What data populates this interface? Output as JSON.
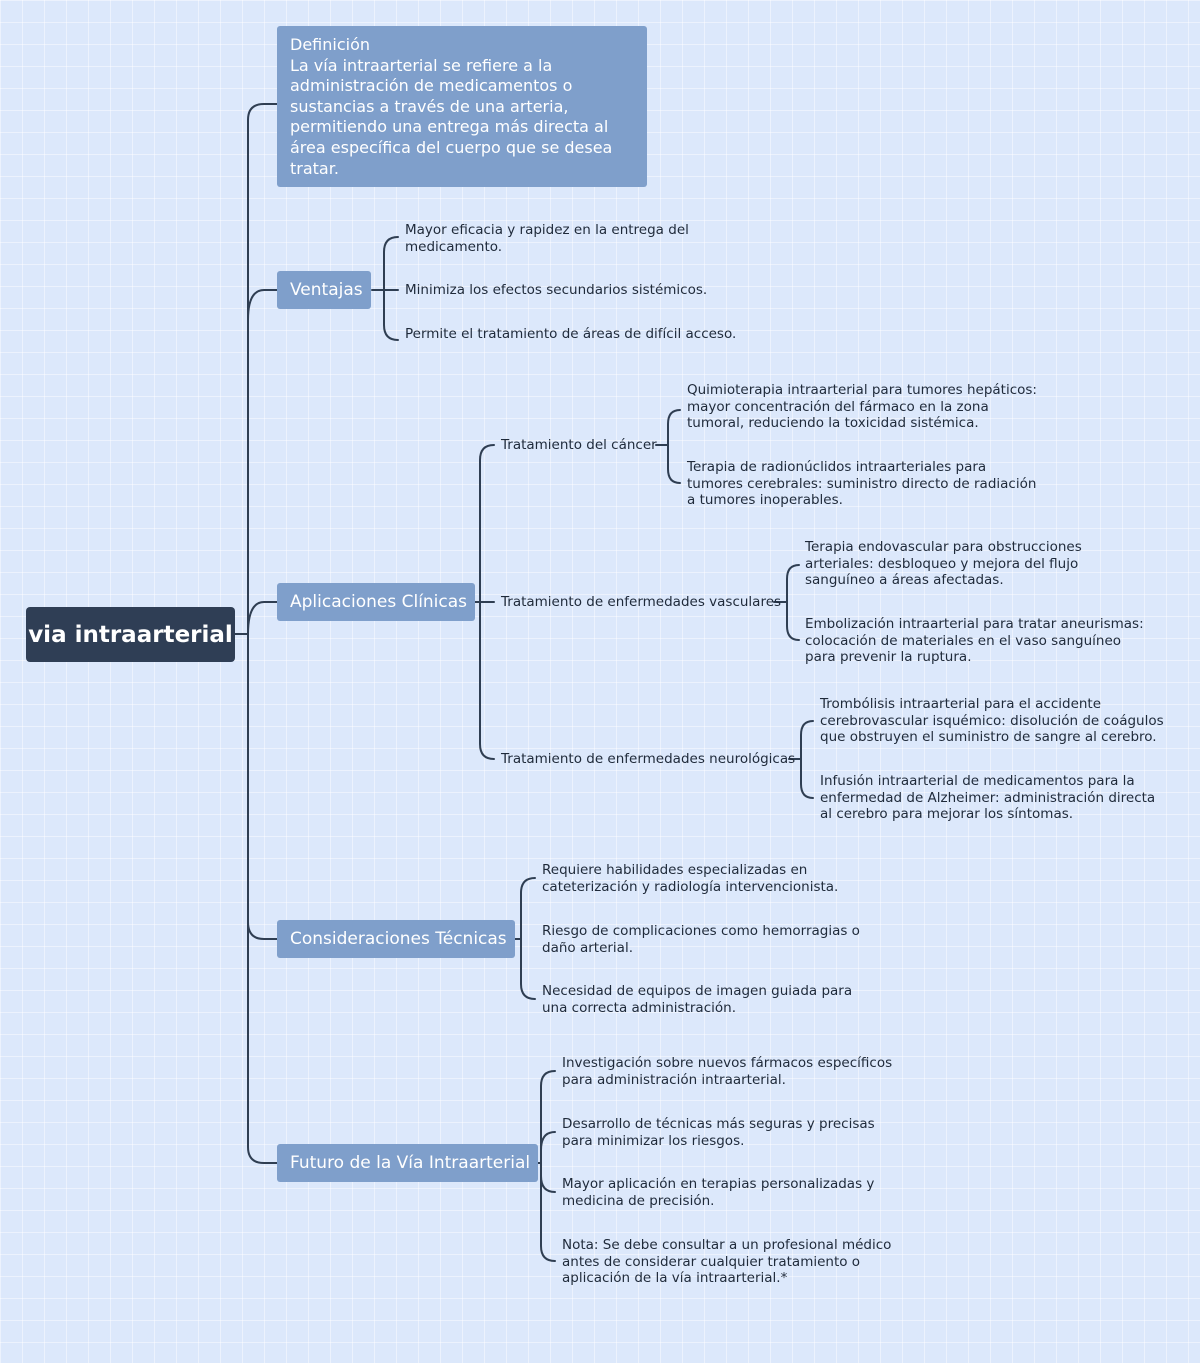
{
  "root": "via intraarterial",
  "definicion": {
    "title": "Definición",
    "text": "La vía intraarterial se refiere a la administración de medicamentos o sustancias a través de una arteria, permitiendo una entrega más directa al área específica del cuerpo que se desea tratar."
  },
  "ventajas": {
    "label": "Ventajas",
    "items": [
      "Mayor eficacia y rapidez en la entrega del medicamento.",
      "Minimiza los efectos secundarios sistémicos.",
      "Permite el tratamiento de áreas de difícil acceso."
    ]
  },
  "aplicaciones": {
    "label": "Aplicaciones Clínicas",
    "subs": [
      {
        "label": "Tratamiento del cáncer",
        "items": [
          "Quimioterapia intraarterial para tumores hepáticos: mayor concentración del fármaco en la zona tumoral, reduciendo la toxicidad sistémica.",
          "Terapia de radionúclidos intraarteriales para tumores cerebrales: suministro directo de radiación a tumores inoperables."
        ]
      },
      {
        "label": "Tratamiento de enfermedades vasculares",
        "items": [
          "Terapia endovascular para obstrucciones arteriales: desbloqueo y mejora del flujo sanguíneo a áreas afectadas.",
          "Embolización intraarterial para tratar aneurismas: colocación de materiales en el vaso sanguíneo para prevenir la ruptura."
        ]
      },
      {
        "label": "Tratamiento de enfermedades neurológicas",
        "items": [
          "Trombólisis intraarterial para el accidente cerebrovascular isquémico: disolución de coágulos que obstruyen el suministro de sangre al cerebro.",
          "Infusión intraarterial de medicamentos para la enfermedad de Alzheimer: administración directa al cerebro para mejorar los síntomas."
        ]
      }
    ]
  },
  "consideraciones": {
    "label": "Consideraciones Técnicas",
    "items": [
      "Requiere habilidades especializadas en cateterización y radiología intervencionista.",
      "Riesgo de complicaciones como hemorragias o daño arterial.",
      "Necesidad de equipos de imagen guiada para una correcta administración."
    ]
  },
  "futuro": {
    "label": "Futuro de la Vía Intraarterial",
    "items": [
      "Investigación sobre nuevos fármacos específicos para administración intraarterial.",
      "Desarrollo de técnicas más seguras y precisas para minimizar los riesgos.",
      "Mayor aplicación en terapias personalizadas y medicina de precisión.",
      "Nota: Se debe consultar a un profesional médico antes de considerar cualquier tratamiento o aplicación de la vía intraarterial.*"
    ]
  }
}
